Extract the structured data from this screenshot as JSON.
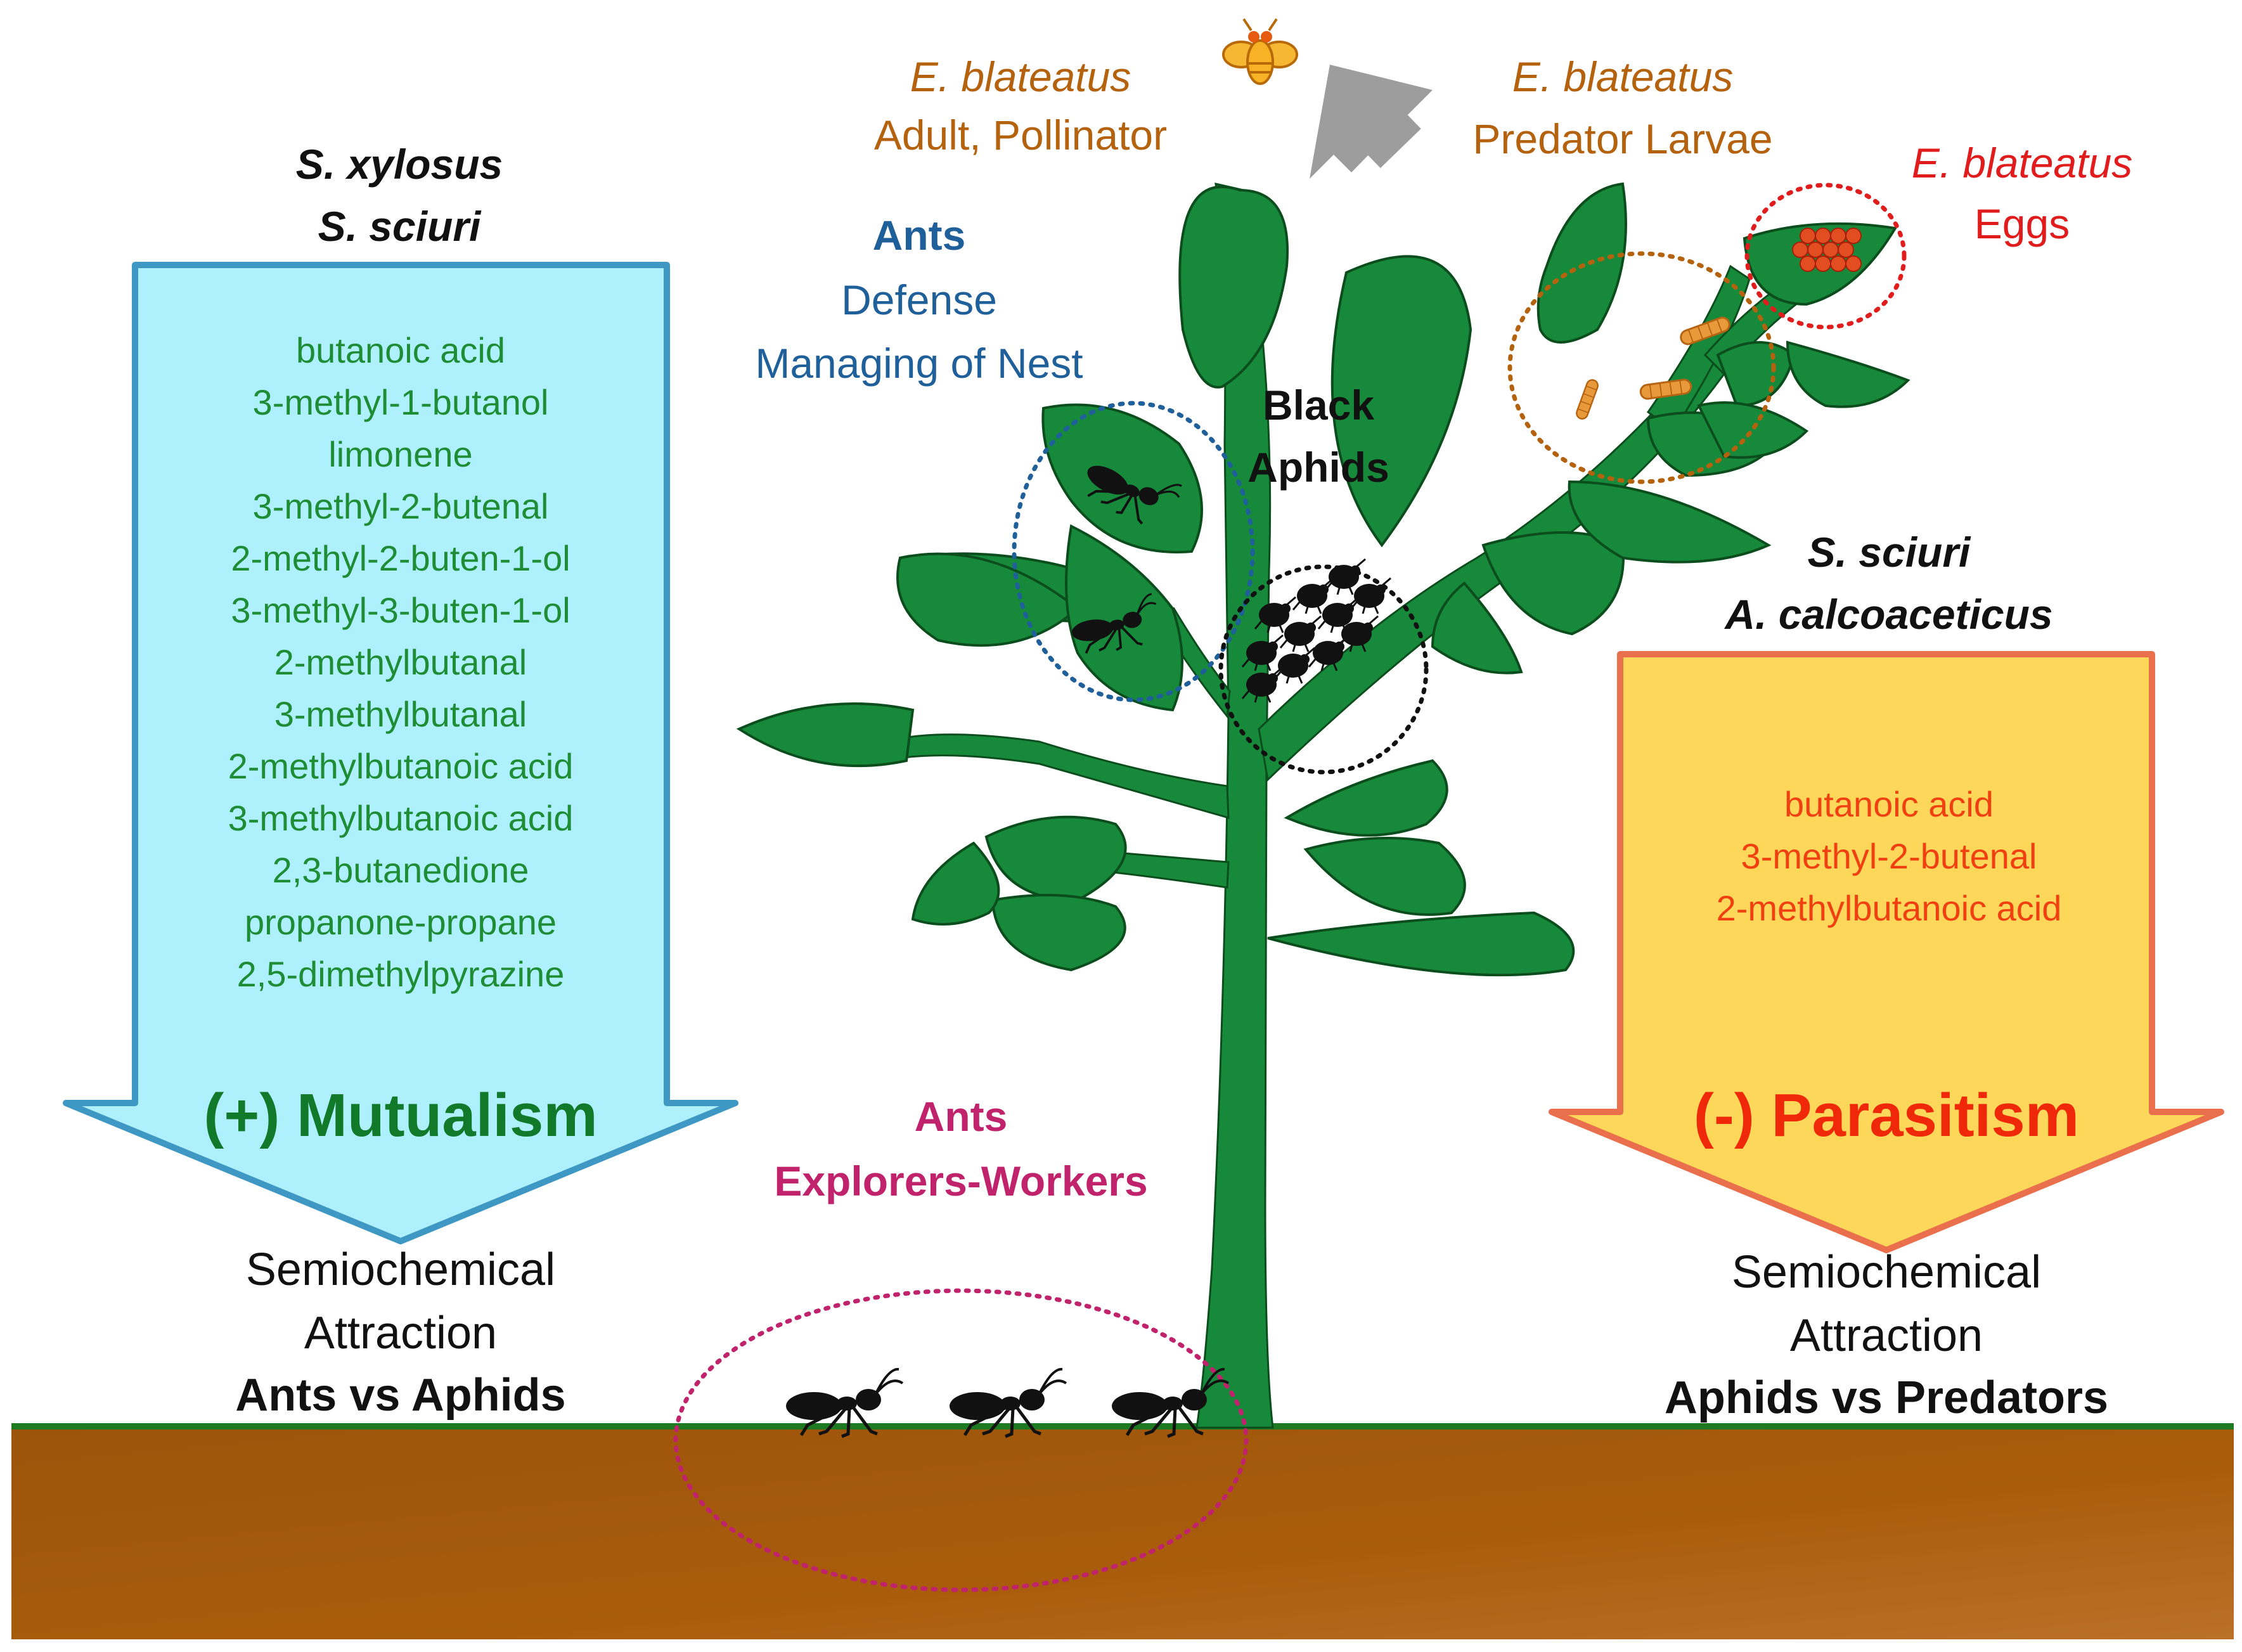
{
  "colors": {
    "ground": "#a35a0c",
    "grass": "#1d7a23",
    "plant": "#16893b",
    "leaf_edge": "#0b4d1c",
    "left_arrow_fill": "#aef0fc",
    "left_arrow_stroke": "#3e98c3",
    "right_arrow_fill": "#fdd75a",
    "right_arrow_stroke": "#ea6f4c",
    "mutualism_text": "#117a2a",
    "left_compounds_text": "#1e8d36",
    "parasitism_text": "#f0280a",
    "right_compounds_text": "#f04012",
    "pollinator_text": "#b5620e",
    "eggs_text": "#e01c1c",
    "ants_defense_text": "#1f5f9a",
    "ants_explorers_text": "#c0226b",
    "black_text": "#111111"
  },
  "left_panel": {
    "bacteria": [
      "S. xylosus",
      "S. sciuri"
    ],
    "compounds": [
      "butanoic acid",
      "3-methyl-1-butanol",
      "limonene",
      "3-methyl-2-butenal",
      "2-methyl-2-buten-1-ol",
      "3-methyl-3-buten-1-ol",
      "2-methylbutanal",
      "3-methylbutanal",
      "2-methylbutanoic acid",
      "3-methylbutanoic acid",
      "2,3-butanedione",
      "propanone-propane",
      "2,5-dimethylpyrazine"
    ],
    "interaction": "(+) Mutualism",
    "caption": [
      "Semiochemical",
      "Attraction"
    ],
    "caption_bold": "Ants vs Aphids"
  },
  "right_panel": {
    "bacteria": [
      "S. sciuri",
      "A. calcoaceticus"
    ],
    "compounds": [
      "butanoic acid",
      "3-methyl-2-butenal",
      "2-methylbutanoic acid"
    ],
    "interaction": "(-) Parasitism",
    "caption": [
      "Semiochemical",
      "Attraction"
    ],
    "caption_bold": "Aphids vs Predators"
  },
  "plant_labels": {
    "adult": {
      "species": "E. blateatus",
      "role": "Adult, Pollinator"
    },
    "larvae": {
      "species": "E. blateatus",
      "role": "Predator Larvae"
    },
    "eggs": {
      "species": "E. blateatus",
      "role": "Eggs"
    },
    "ants_defense": {
      "title": "Ants",
      "lines": [
        "Defense",
        "Managing of Nest"
      ]
    },
    "aphids": [
      "Black",
      "Aphids"
    ],
    "ants_explorers": [
      "Ants",
      "Explorers-Workers"
    ]
  },
  "icons": {
    "fly": "hoverfly-icon",
    "arrow": "grey-up-left-arrow-icon",
    "ant": "ant-icon",
    "aphid": "aphid-icon",
    "larva": "larva-icon",
    "eggs": "egg-cluster-icon"
  }
}
